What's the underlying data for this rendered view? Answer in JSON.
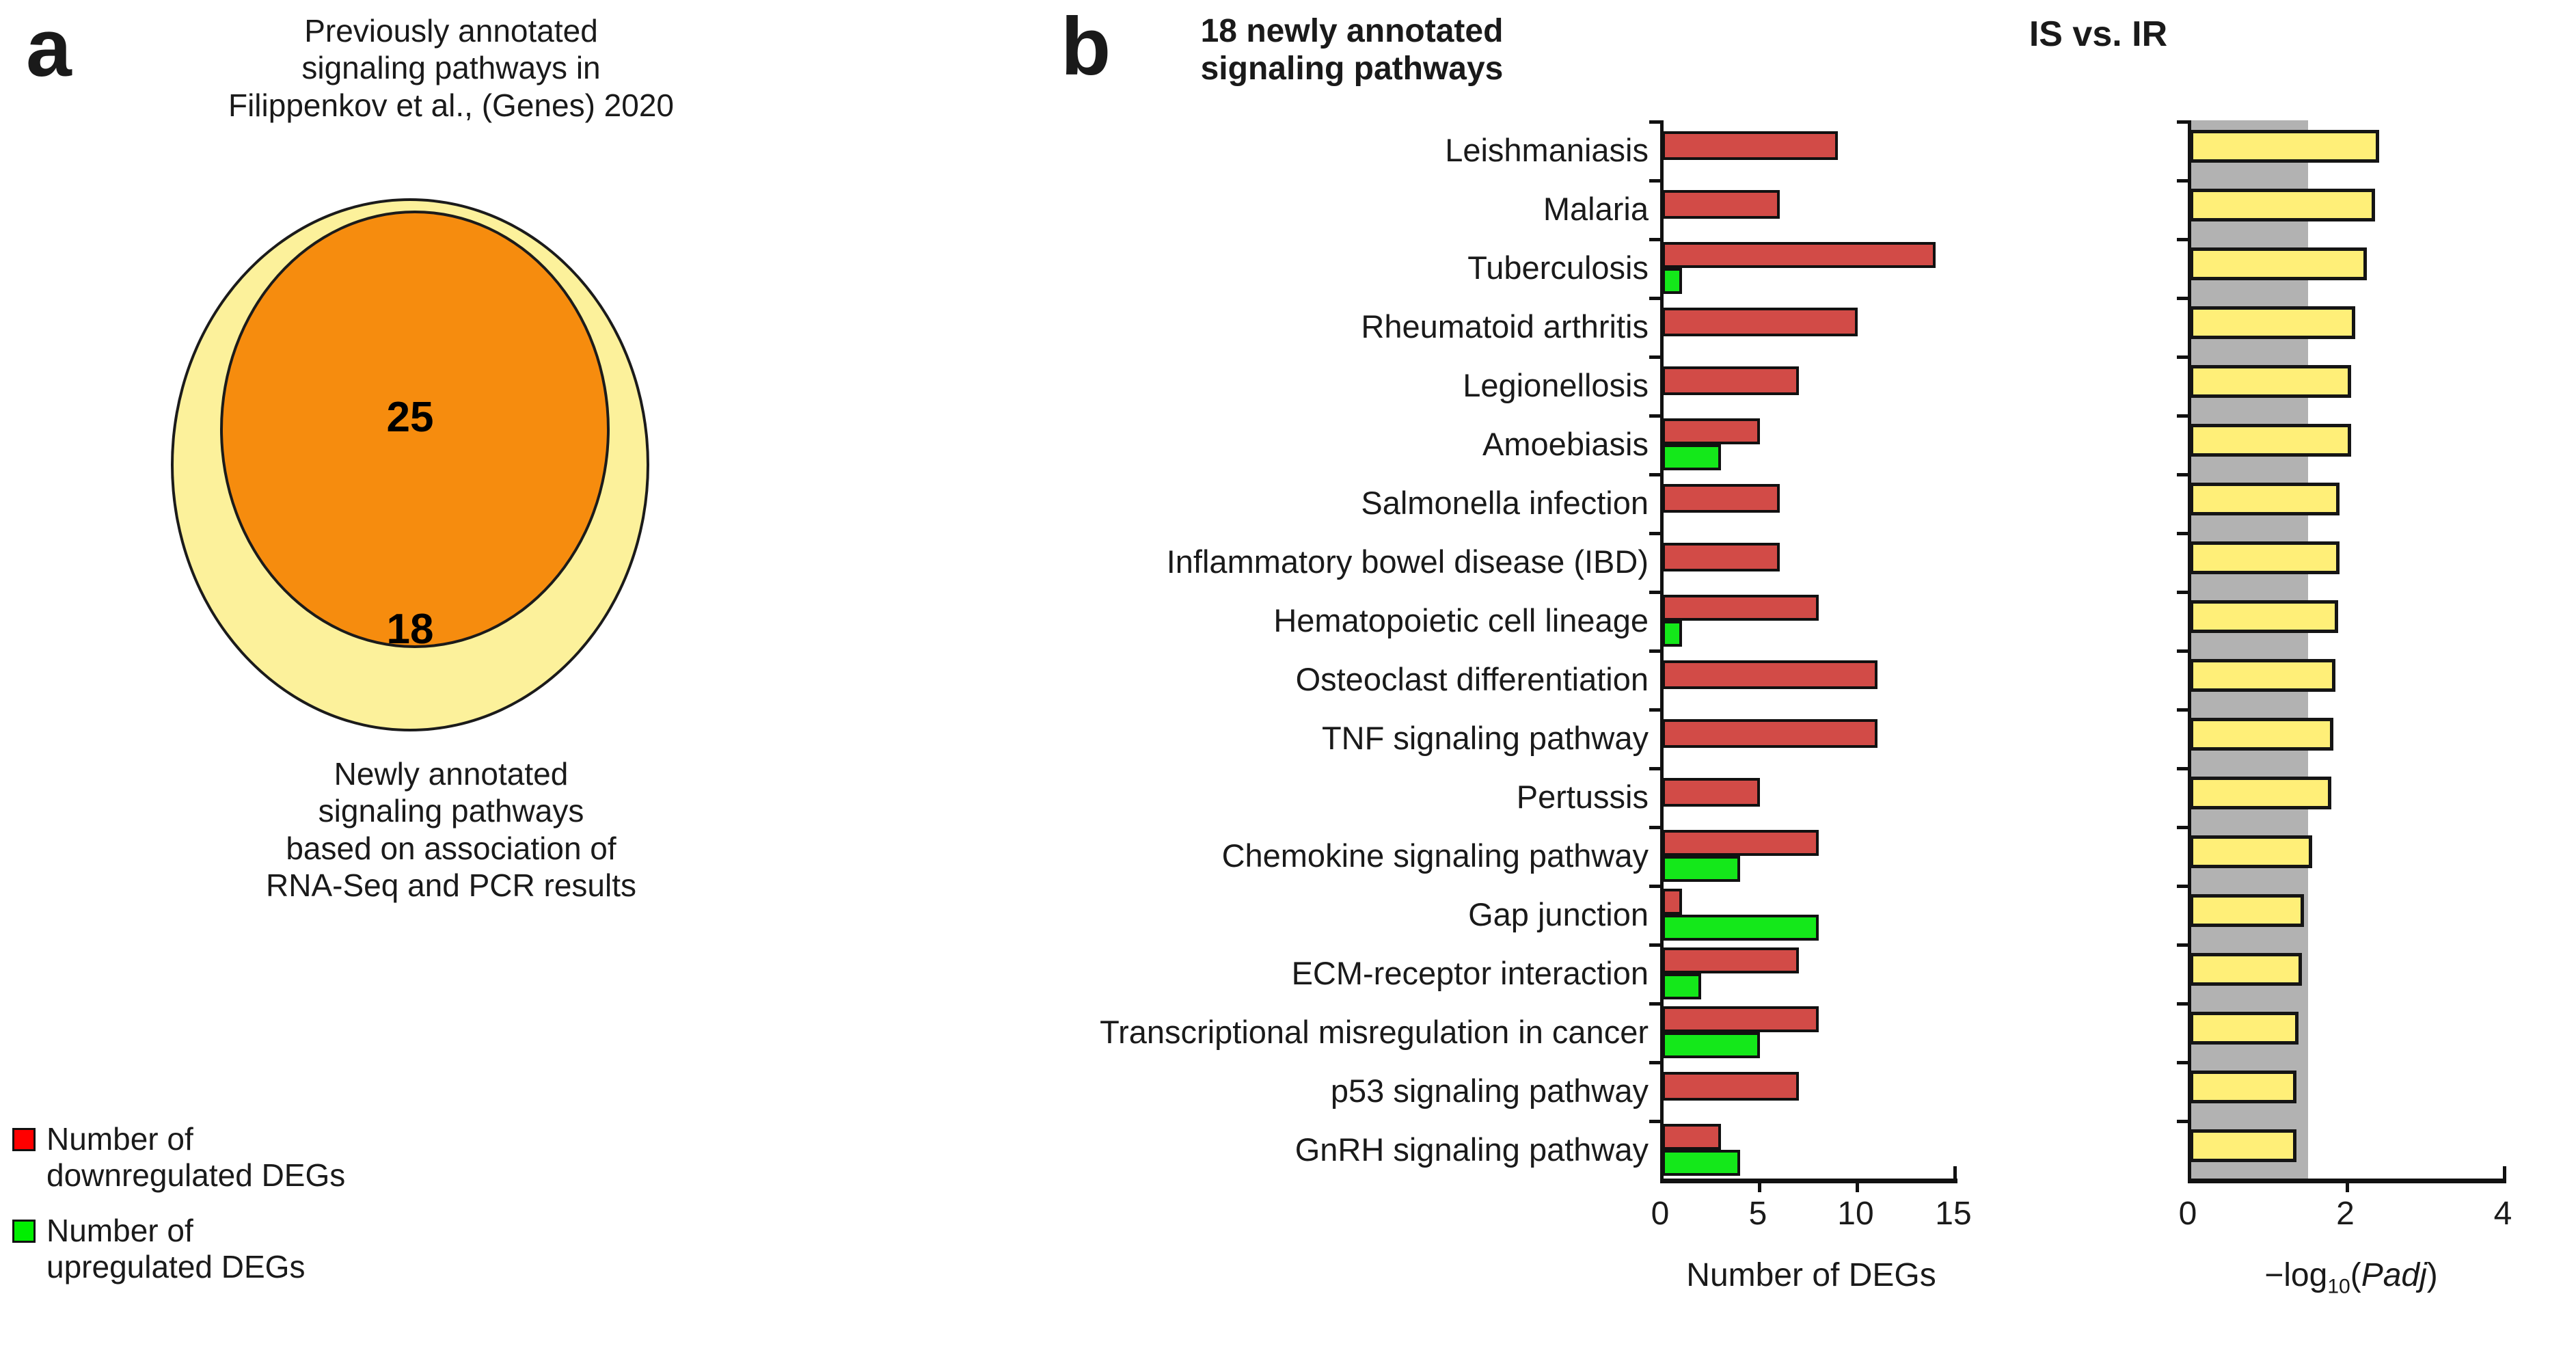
{
  "panel_a": {
    "letter": "a",
    "title": "Previously annotated\nsignaling pathways in\nFilippenkov et al., (Genes) 2020",
    "title_lines": [
      "Previously annotated",
      "signaling pathways in",
      "Filippenkov et al., (Genes) 2020"
    ],
    "caption_lines": [
      "Newly annotated",
      "signaling pathways",
      "based on association of",
      "RNA-Seq and PCR results"
    ],
    "venn": {
      "inner_value": "25",
      "outer_value": "18",
      "inner_color": "#F68C0E",
      "outer_color": "#FCF19B",
      "outline_color": "#1b1b1b"
    },
    "legend": [
      {
        "color": "#FF0000",
        "label_lines": [
          "Number of",
          "downregulated DEGs"
        ]
      },
      {
        "color": "#00EE00",
        "label_lines": [
          "Number of",
          "upregulated DEGs"
        ]
      }
    ]
  },
  "panel_b": {
    "letter": "b",
    "title_left_lines": [
      "18 newly annotated",
      "signaling pathways"
    ],
    "title_right": "IS vs. IR"
  },
  "chart_data": [
    {
      "type": "bar",
      "orientation": "horizontal",
      "title": "18 newly annotated signaling pathways",
      "xlabel": "Number of DEGs",
      "ylabel": "",
      "xlim": [
        0,
        15
      ],
      "xticks": [
        0,
        5,
        10,
        15
      ],
      "grid": false,
      "legend": [
        "Number of downregulated DEGs",
        "Number of upregulated DEGs"
      ],
      "legend_position": "panel-a-bottom-left",
      "categories": [
        "Leishmaniasis",
        "Malaria",
        "Tuberculosis",
        "Rheumatoid arthritis",
        "Legionellosis",
        "Amoebiasis",
        "Salmonella infection",
        "Inflammatory bowel disease (IBD)",
        "Hematopoietic cell lineage",
        "Osteoclast differentiation",
        "TNF signaling pathway",
        "Pertussis",
        "Chemokine signaling pathway",
        "Gap junction",
        "ECM-receptor interaction",
        "Transcriptional misregulation in cancer",
        "p53 signaling pathway",
        "GnRH signaling pathway"
      ],
      "series": [
        {
          "name": "Number of downregulated DEGs",
          "color": "#D24B47",
          "values": [
            9,
            6,
            14,
            10,
            7,
            5,
            6,
            6,
            8,
            11,
            11,
            5,
            8,
            1,
            7,
            8,
            7,
            3
          ]
        },
        {
          "name": "Number of upregulated DEGs",
          "color": "#14E81A",
          "values": [
            0,
            0,
            1,
            0,
            0,
            3,
            0,
            0,
            1,
            0,
            0,
            0,
            4,
            8,
            2,
            5,
            0,
            4
          ]
        }
      ]
    },
    {
      "type": "bar",
      "orientation": "horizontal",
      "title": "IS vs. IR",
      "xlabel": "−log10(Padj)",
      "ylabel": "",
      "xlim": [
        0,
        4
      ],
      "xticks": [
        0,
        2,
        4
      ],
      "grid": false,
      "bar_color": "#FFEF78",
      "threshold_band": {
        "from": 0,
        "to": 1.5,
        "color": "#B2B2B2"
      },
      "categories": [
        "Leishmaniasis",
        "Malaria",
        "Tuberculosis",
        "Rheumatoid arthritis",
        "Legionellosis",
        "Amoebiasis",
        "Salmonella infection",
        "Inflammatory bowel disease (IBD)",
        "Hematopoietic cell lineage",
        "Osteoclast differentiation",
        "TNF signaling pathway",
        "Pertussis",
        "Chemokine signaling pathway",
        "Gap junction",
        "ECM-receptor interaction",
        "Transcriptional misregulation in cancer",
        "p53 signaling pathway",
        "GnRH signaling pathway"
      ],
      "values": [
        2.4,
        2.35,
        2.25,
        2.1,
        2.05,
        2.05,
        1.9,
        1.9,
        1.88,
        1.85,
        1.82,
        1.8,
        1.55,
        1.45,
        1.42,
        1.38,
        1.35,
        1.35
      ]
    }
  ],
  "axes": {
    "left": {
      "ticklabels": [
        "0",
        "5",
        "10",
        "15"
      ],
      "title": "Number of DEGs"
    },
    "right": {
      "ticklabels": [
        "0",
        "2",
        "4"
      ],
      "title_prefix": "−log",
      "title_sub": "10",
      "title_suffix_open": "(",
      "title_italic": "Padj",
      "title_suffix_close": ")"
    }
  }
}
